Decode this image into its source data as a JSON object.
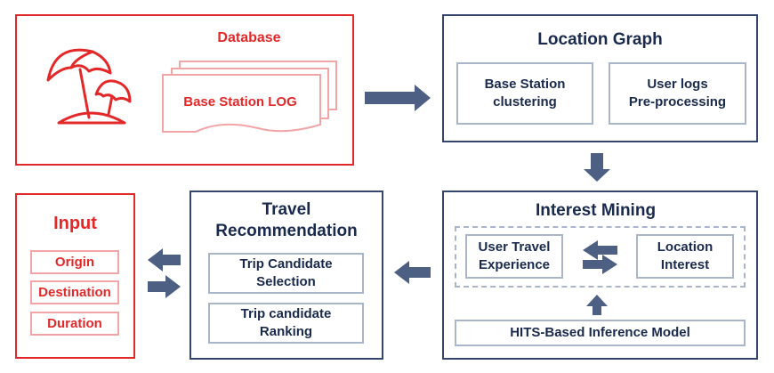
{
  "database": {
    "title": "Database",
    "log_label": "Base Station LOG"
  },
  "location_graph": {
    "title": "Location Graph",
    "base_station": "Base Station\nclustering",
    "user_logs": "User logs\nPre-processing"
  },
  "interest_mining": {
    "title": "Interest Mining",
    "user_travel": "User Travel\nExperience",
    "location_interest": "Location\nInterest",
    "hits_model": "HITS-Based Inference Model"
  },
  "travel_recommendation": {
    "title": "Travel\nRecommendation",
    "trip_selection": "Trip Candidate\nSelection",
    "trip_ranking": "Trip candidate\nRanking"
  },
  "input": {
    "title": "Input",
    "fields": [
      "Origin",
      "Destination",
      "Duration"
    ]
  },
  "colors": {
    "red": "#e3282a",
    "navy": "#34456e",
    "arrow": "#4d5f83",
    "light_blue": "#a9b6c9"
  },
  "icons": {
    "beach": "beach-umbrella-icon"
  }
}
